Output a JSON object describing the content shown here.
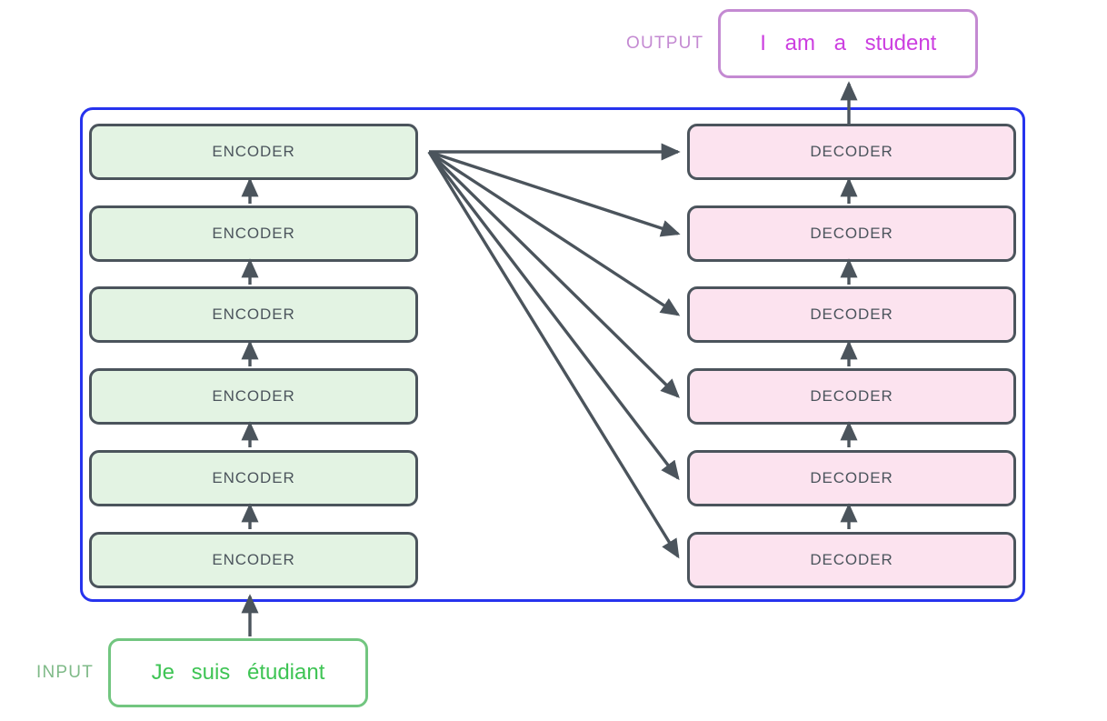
{
  "diagram": {
    "title": "Transformer encoder-decoder stack",
    "colors": {
      "container_border": "#2633ee",
      "box_border": "#4b545c",
      "encoder_fill": "#e3f3e3",
      "decoder_fill": "#fce3ef",
      "arrow": "#4b545c",
      "input_label": "#7fba88",
      "input_border": "#72c680",
      "input_text": "#3ec454",
      "output_label": "#c48ad2",
      "output_border": "#c48ad2",
      "output_text": "#cc3fe0",
      "background": "#ffffff"
    }
  },
  "input": {
    "label": "INPUT",
    "text": "Je   suis   étudiant",
    "tokens": [
      "Je",
      "suis",
      "étudiant"
    ]
  },
  "output": {
    "label": "OUTPUT",
    "text": "I   am   a   student",
    "tokens": [
      "I",
      "am",
      "a",
      "student"
    ]
  },
  "encoder_stack": {
    "count": 6,
    "layers": [
      {
        "label": "ENCODER"
      },
      {
        "label": "ENCODER"
      },
      {
        "label": "ENCODER"
      },
      {
        "label": "ENCODER"
      },
      {
        "label": "ENCODER"
      },
      {
        "label": "ENCODER"
      }
    ]
  },
  "decoder_stack": {
    "count": 6,
    "layers": [
      {
        "label": "DECODER"
      },
      {
        "label": "DECODER"
      },
      {
        "label": "DECODER"
      },
      {
        "label": "DECODER"
      },
      {
        "label": "DECODER"
      },
      {
        "label": "DECODER"
      }
    ]
  },
  "connections": {
    "encoder_to_decoder_count": 6,
    "encoder_internal_arrows": 5,
    "decoder_internal_arrows": 5,
    "input_arrow": 1,
    "output_arrow": 1
  }
}
